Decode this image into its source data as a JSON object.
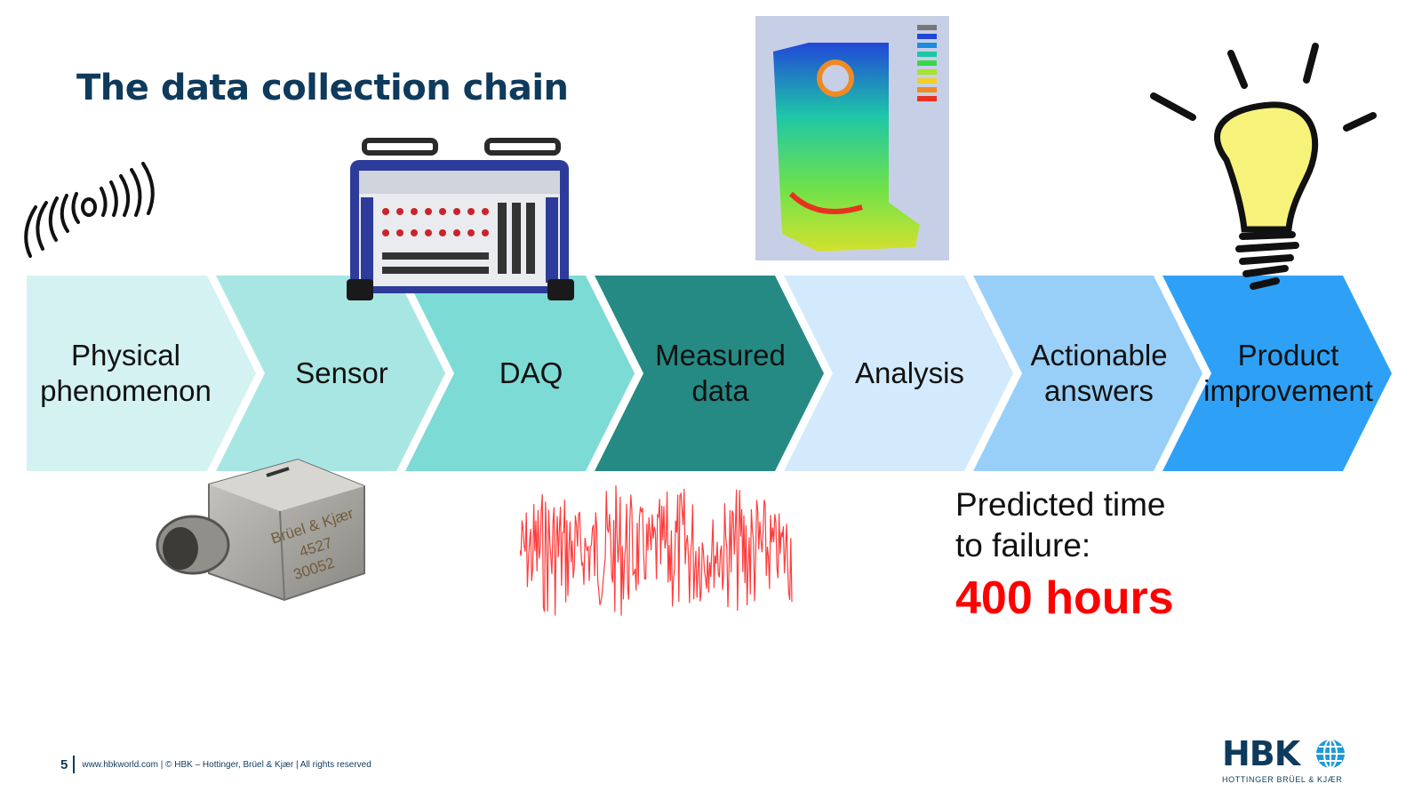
{
  "slide": {
    "title": "The data collection chain"
  },
  "chain": {
    "steps": [
      {
        "label_lines": [
          "Physical",
          "phenomenon"
        ],
        "color": "#d5f2f2"
      },
      {
        "label_lines": [
          "Sensor"
        ],
        "color": "#a8e6e3"
      },
      {
        "label_lines": [
          "DAQ"
        ],
        "color": "#7ddbd6"
      },
      {
        "label_lines": [
          "Measured",
          "data"
        ],
        "color": "#268a84"
      },
      {
        "label_lines": [
          "Analysis"
        ],
        "color": "#d3eafc"
      },
      {
        "label_lines": [
          "Actionable",
          "answers"
        ],
        "color": "#98cff8"
      },
      {
        "label_lines": [
          "Product",
          "improvement"
        ],
        "color": "#2ea1f7"
      }
    ]
  },
  "sensor": {
    "brand": "Brüel & Kjær",
    "model": "4527",
    "serial": "30052"
  },
  "prediction": {
    "line1": "Predicted time",
    "line2": "to failure:",
    "value": "400 hours",
    "value_color": "#ff0000"
  },
  "footer": {
    "page_number": "5",
    "text": "www.hbkworld.com | © HBK – Hottinger, Brüel & Kjær | All rights reserved"
  },
  "logo": {
    "name": "HBK",
    "tagline": "HOTTINGER BRÜEL & KJÆR"
  },
  "icons": [
    "vibration-wave-icon",
    "lightbulb-icon",
    "globe-icon"
  ],
  "colors": {
    "title": "#0e3a5c",
    "signal": "#ff3b3b",
    "bulb": "#f7f37a"
  }
}
